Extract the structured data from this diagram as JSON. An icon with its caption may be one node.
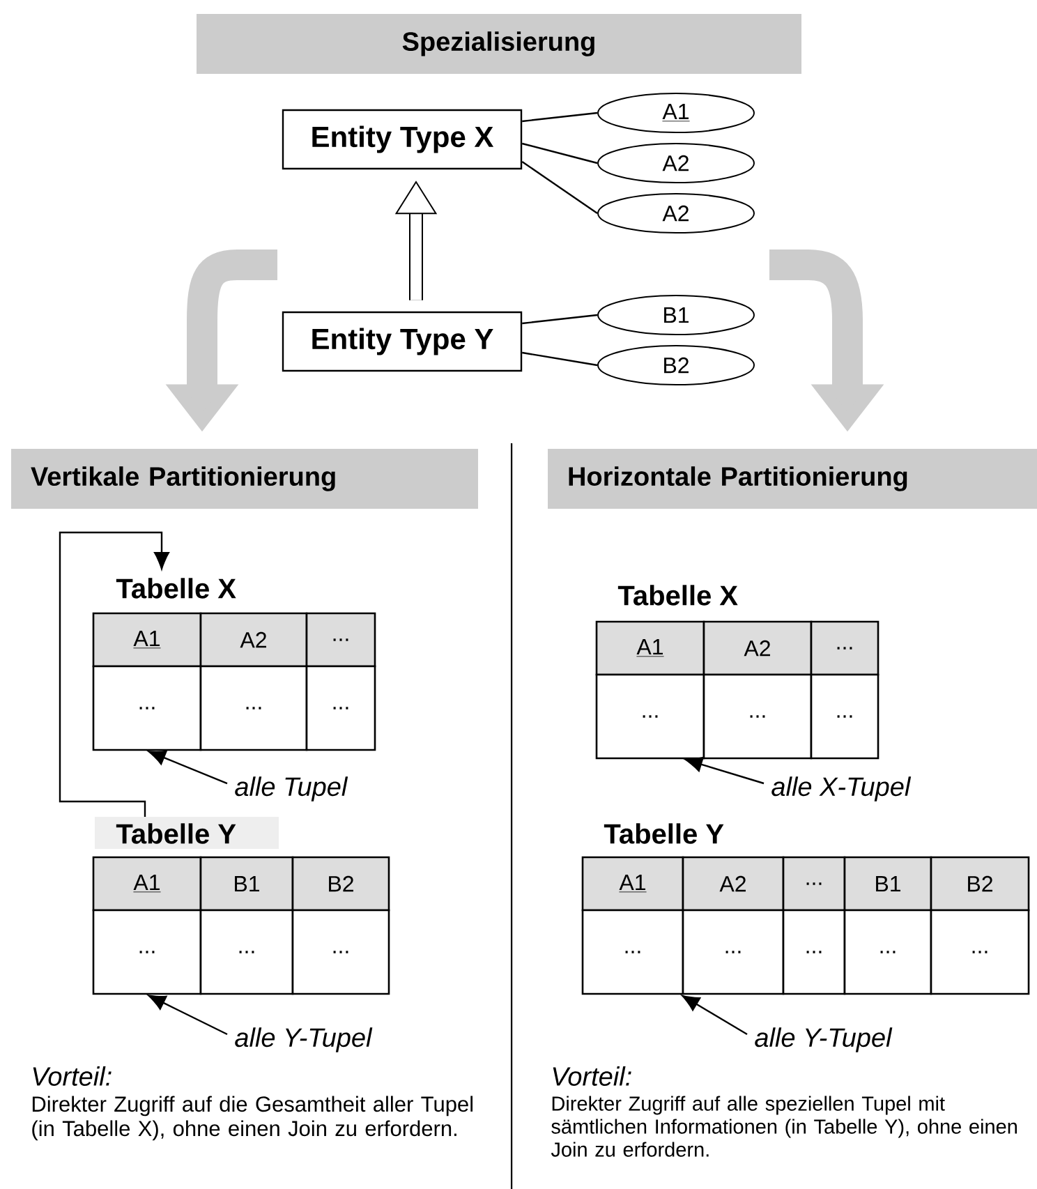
{
  "diagram": {
    "nodes": [
      {
        "text": [
          "Spezialisierung"
        ]
      },
      {
        "text": [
          "Entity Type X"
        ]
      },
      {
        "text": [
          "A1"
        ]
      },
      {
        "text": [
          "A2"
        ]
      },
      {
        "text": [
          "A2"
        ]
      },
      {
        "text": [
          "Entity Type Y"
        ]
      },
      {
        "text": [
          "B1"
        ]
      },
      {
        "text": [
          "B2"
        ]
      },
      {
        "text": [
          "Vertikale Partitionierung"
        ]
      },
      {
        "text": [
          "Horizontale Partitionierung"
        ]
      },
      {
        "text": [
          "Tabelle X",
          "A1",
          "A2",
          "...",
          "...",
          "...",
          "..."
        ]
      },
      {
        "text": [
          "alle Tupel"
        ]
      },
      {
        "text": [
          "Tabelle Y",
          "A1",
          "B1",
          "B2",
          "...",
          "...",
          "..."
        ]
      },
      {
        "text": [
          "alle Y-Tupel"
        ]
      },
      {
        "text": [
          "Tabelle X",
          "A1",
          "A2",
          "...",
          "...",
          "...",
          "..."
        ]
      },
      {
        "text": [
          "alle X-Tupel"
        ]
      },
      {
        "text": [
          "Tabelle Y",
          "A1",
          "A2",
          "...",
          "B1",
          "B2",
          "...",
          "...",
          "...",
          "...",
          "..."
        ]
      },
      {
        "text": [
          "alle Y-Tupel"
        ]
      }
    ],
    "edges": [
      {
        "from": 1,
        "to": 2,
        "arrow": "none"
      },
      {
        "from": 1,
        "to": 3,
        "arrow": "none"
      },
      {
        "from": 1,
        "to": 4,
        "arrow": "none"
      },
      {
        "from": 5,
        "to": 6,
        "arrow": "none"
      },
      {
        "from": 5,
        "to": 7,
        "arrow": "none"
      },
      {
        "from": 5,
        "to": 1,
        "arrow": "to",
        "style": "thick"
      },
      {
        "from": null,
        "to": 8,
        "arrow": "to",
        "style": "thick",
        "color": "#cccccc"
      },
      {
        "from": null,
        "to": 9,
        "arrow": "to",
        "style": "thick",
        "color": "#cccccc"
      },
      {
        "from": 11,
        "to": 10,
        "arrow": "to"
      },
      {
        "from": 13,
        "to": 12,
        "arrow": "to"
      },
      {
        "from": 15,
        "to": 14,
        "arrow": "to"
      },
      {
        "from": 17,
        "to": 16,
        "arrow": "to"
      },
      {
        "from": 12,
        "to": 10,
        "arrow": "to"
      }
    ],
    "labels": [
      "Vorteil:",
      "Direkter Zugriff auf die Gesamtheit aller Tupel (in Tabelle X), ohne einen Join zu erfordern.",
      "Vorteil:",
      "Direkter Zugriff auf alle speziellen Tupel mit sämtlichen Informationen (in Tabelle Y), ohne einen Join zu erfordern."
    ]
  }
}
